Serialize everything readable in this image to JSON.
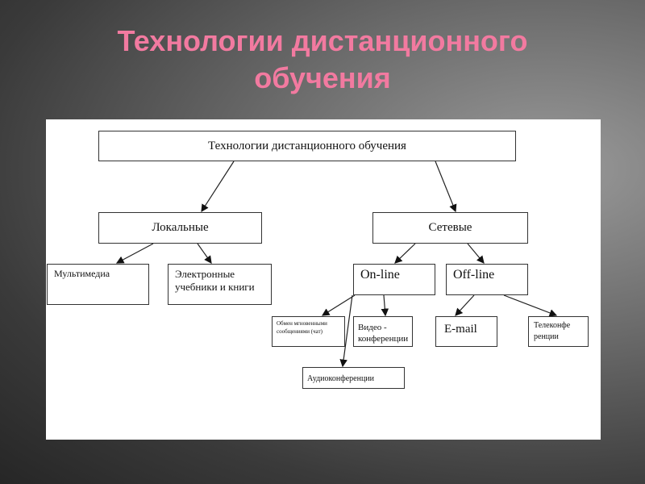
{
  "slide": {
    "title_line1": "Технологии дистанционного",
    "title_line2": "обучения"
  },
  "diagram": {
    "root": "Технологии дистанционного обучения",
    "local": "Локальные",
    "network": "Сетевые",
    "multimedia": "Мультимедиа",
    "ebooks": "Электронные учебники и книги",
    "online": "On-line",
    "offline": "Off-line",
    "chat": "Обмен мгновенными сообщениями (чат)",
    "video": "Видео - конференции",
    "email": "E-mail",
    "teleconf": "Телеконфе ренции",
    "audio": "Аудиоконференции"
  }
}
